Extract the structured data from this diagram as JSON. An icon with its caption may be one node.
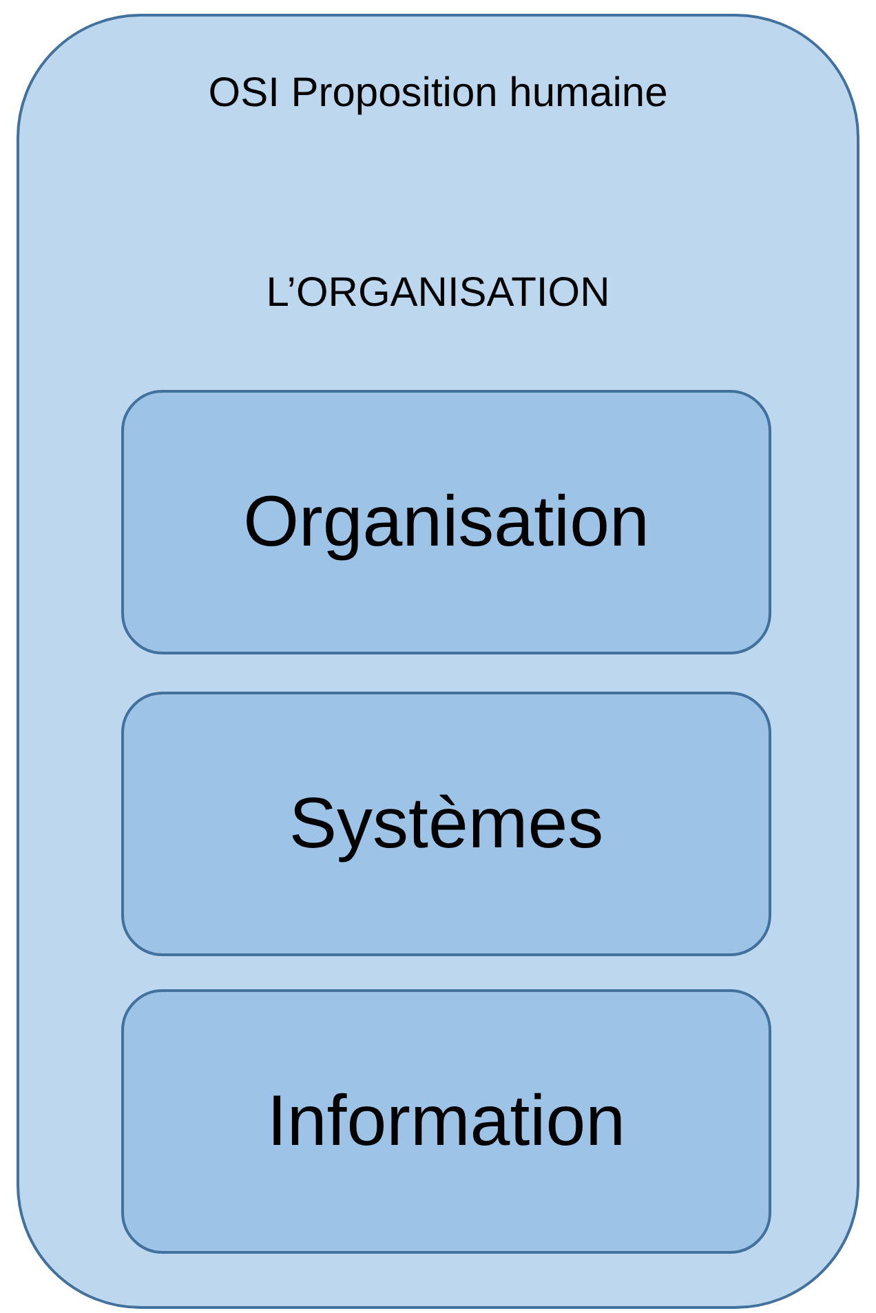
{
  "diagram": {
    "nodes": [
      {
        "text": [
          "OSI Proposition humaine",
          "L’ORGANISATION"
        ]
      },
      {
        "text": [
          "Organisation"
        ],
        "in": 0
      },
      {
        "text": [
          "Systèmes"
        ],
        "in": 0
      },
      {
        "text": [
          "Information"
        ],
        "in": 0
      }
    ]
  }
}
